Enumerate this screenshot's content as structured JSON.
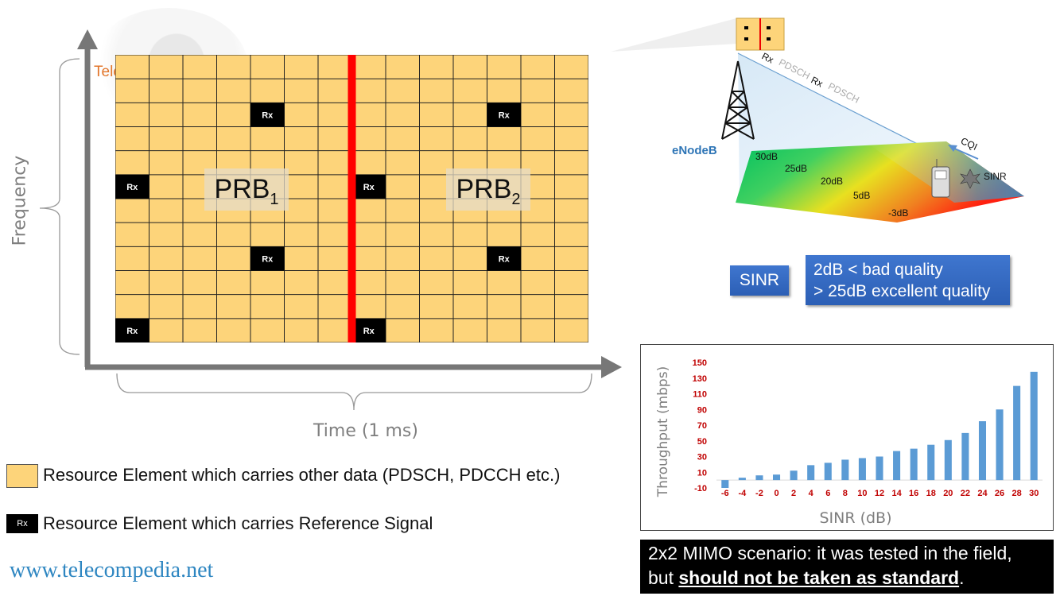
{
  "watermark": "TelecomPedia.Net",
  "grid": {
    "prb1_label": "PRB",
    "prb1_sub": "1",
    "prb2_label": "PRB",
    "prb2_sub": "2",
    "rs_label": "Rx",
    "rs_cells": [
      [
        4,
        2
      ],
      [
        11,
        2
      ],
      [
        0,
        5
      ],
      [
        7,
        5
      ],
      [
        4,
        8
      ],
      [
        11,
        8
      ],
      [
        0,
        11
      ],
      [
        7,
        11
      ]
    ],
    "cols": 14,
    "rows": 12,
    "colors": {
      "cell": "#fdd47a",
      "rs": "#000000",
      "divider": "#ff0000",
      "line": "#222222"
    }
  },
  "axes": {
    "y_label": "Frequency",
    "x_label": "Time (1 ms)"
  },
  "legend": {
    "other_data": "Resource Element which carries other data (PDSCH, PDCCH etc.)",
    "reference_signal": "Resource Element which carries Reference Signal",
    "rs_swatch": "Rx"
  },
  "website": "www.telecompedia.net",
  "radio": {
    "enodeb": "eNodeB",
    "rx1": "Rx",
    "pdsch1": "PDSCH",
    "rx2": "Rx",
    "pdsch2": "PDSCH",
    "cqi": "CQI",
    "sinr": "SINR",
    "levels": [
      "30dB",
      "25dB",
      "20dB",
      "5dB",
      "-3dB"
    ]
  },
  "sinr_box": {
    "label": "SINR",
    "line1": "2dB < bad quality",
    "line2": "> 25dB excellent quality"
  },
  "chart_data": {
    "type": "bar",
    "categories": [
      "-6",
      "-4",
      "-2",
      "0",
      "2",
      "4",
      "6",
      "8",
      "10",
      "12",
      "14",
      "16",
      "18",
      "20",
      "22",
      "24",
      "26",
      "28",
      "30"
    ],
    "values": [
      -10,
      3,
      6,
      7,
      12,
      19,
      22,
      26,
      28,
      30,
      37,
      40,
      45,
      51,
      60,
      75,
      90,
      120,
      138
    ],
    "xlabel": "SINR (dB)",
    "ylabel": "Throughput (mbps)",
    "yticks": [
      "150",
      "130",
      "110",
      "90",
      "70",
      "50",
      "30",
      "10",
      "-10"
    ],
    "ylim": [
      -10,
      150
    ],
    "bar_color": "#5b9bd5",
    "tick_color": "#c00000"
  },
  "note": {
    "line1": "2x2 MIMO scenario: it was tested in the field,",
    "line2_prefix": "but ",
    "line2_emphasis": "should not be taken as standard",
    "line2_suffix": "."
  }
}
